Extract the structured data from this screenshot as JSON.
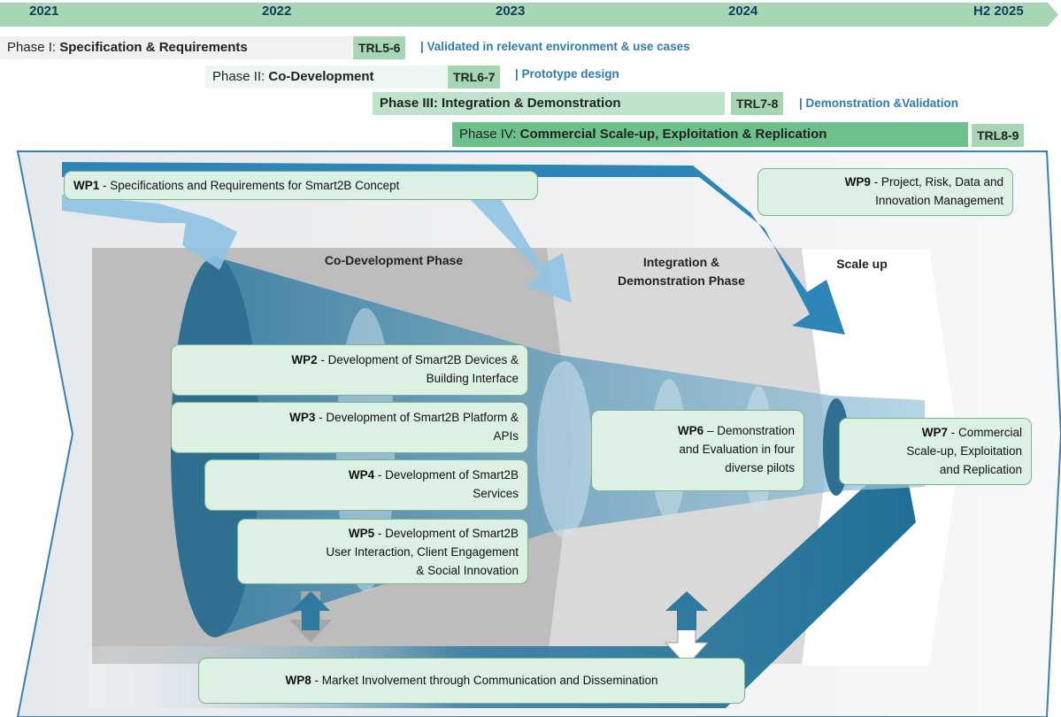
{
  "timeline": {
    "years": [
      "2021",
      "2022",
      "2023",
      "2024",
      "H2 2025"
    ]
  },
  "phases": [
    {
      "prefix": "Phase I: ",
      "name": "Specification & Requirements",
      "trl": "TRL5-6",
      "trl_desc": "| Validated in relevant environment & use cases"
    },
    {
      "prefix": "Phase II: ",
      "name": "Co-Development",
      "trl": "TRL6-7",
      "trl_desc": "| Prototype design"
    },
    {
      "prefix": "",
      "name": "Phase III: Integration & Demonstration",
      "trl": "TRL7-8",
      "trl_desc": "| Demonstration &Validation"
    },
    {
      "prefix": "Phase IV: ",
      "name": "Commercial Scale-up, Exploitation & Replication",
      "trl": "TRL8-9",
      "trl_desc": ""
    }
  ],
  "stage_labels": {
    "codev": "Co-Development Phase",
    "integration_line1": "Integration &",
    "integration_line2": "Demonstration Phase",
    "scaleup": "Scale up"
  },
  "work_packages": {
    "wp1": {
      "id": "WP1",
      "text": " - Specifications and Requirements for Smart2B Concept"
    },
    "wp2": {
      "id": "WP2",
      "text": " - Development of Smart2B Devices &",
      "line2": "Building Interface"
    },
    "wp3": {
      "id": "WP3",
      "text": " - Development of Smart2B Platform &",
      "line2": "APIs"
    },
    "wp4": {
      "id": "WP4",
      "text": " - Development of Smart2B",
      "line2": "Services"
    },
    "wp5": {
      "id": "WP5",
      "text": " - Development of Smart2B",
      "line2": "User Interaction, Client Engagement",
      "line3": "& Social Innovation"
    },
    "wp6": {
      "id": "WP6",
      "text": " – Demonstration",
      "line2": "and Evaluation in four",
      "line3": "diverse pilots"
    },
    "wp7": {
      "id": "WP7",
      "text": " - Commercial",
      "line2": "Scale-up, Exploitation",
      "line3": "and Replication"
    },
    "wp8": {
      "id": "WP8",
      "text": " - Market Involvement through Communication and Dissemination"
    },
    "wp9": {
      "id": "WP9",
      "text": " - Project, Risk, Data and",
      "line2": "Innovation Management"
    }
  },
  "colors": {
    "timeline_bar": "#a6d6b4",
    "trl_badge": "#a6d6b4",
    "phase4_bar": "#6cc08a",
    "box_fill": "#dcf0e3",
    "funnel_dark": "#2f7aa0",
    "arrow_light": "#8ec3e3",
    "arrow_dark": "#2e85b8",
    "trl_desc_text": "#2e7cb0"
  }
}
